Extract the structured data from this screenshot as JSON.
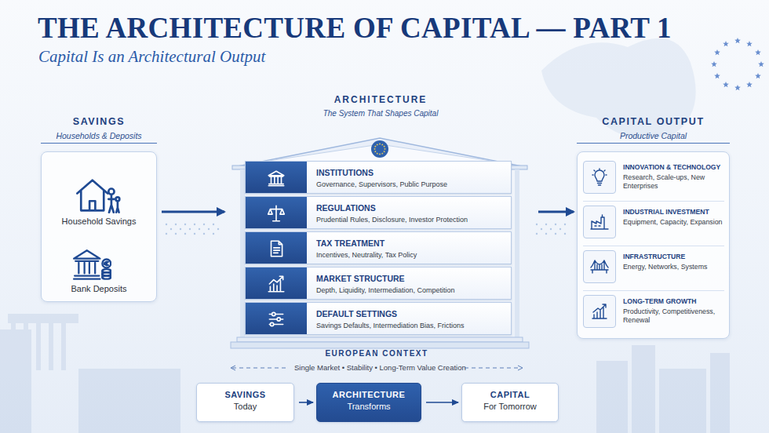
{
  "diagram": {
    "title": "THE ARCHITECTURE OF CAPITAL — PART 1",
    "nodes": [
      {
        "text": [
          "SAVINGS",
          "Households & Deposits",
          "Household Savings",
          "Bank Deposits"
        ]
      },
      {
        "text": [
          "ARCHITECTURE",
          "The System That Shapes Capital"
        ]
      },
      {
        "text": [
          "INSTITUTIONS",
          "Governance, Supervisors, Public Purpose"
        ],
        "in": 1
      },
      {
        "text": [
          "REGULATIONS",
          "Prudential Rules, Disclosure, Investor Protection"
        ],
        "in": 1
      },
      {
        "text": [
          "TAX TREATMENT",
          "Incentives, Neutrality, Tax Policy"
        ],
        "in": 1
      },
      {
        "text": [
          "MARKET STRUCTURE",
          "Depth, Liquidity, Intermediation, Competition"
        ],
        "in": 1
      },
      {
        "text": [
          "DEFAULT SETTINGS",
          "Savings Defaults, Intermediation Bias, Frictions"
        ],
        "in": 1
      },
      {
        "text": [
          "CAPITAL OUTPUT",
          "Productive Capital"
        ]
      },
      {
        "text": [
          "INNOVATION & TECHNOLOGY",
          "Research, Scale-ups, New Enterprises"
        ],
        "in": 7
      },
      {
        "text": [
          "INDUSTRIAL INVESTMENT",
          "Equipment, Capacity, Expansion"
        ],
        "in": 7
      },
      {
        "text": [
          "INFRASTRUCTURE",
          "Energy, Networks, Systems"
        ],
        "in": 7
      },
      {
        "text": [
          "LONG-TERM GROWTH",
          "Productivity, Competitiveness, Renewal"
        ],
        "in": 7
      },
      {
        "text": [
          "SAVINGS",
          "Today"
        ]
      },
      {
        "text": [
          "ARCHITECTURE",
          "Transforms"
        ]
      },
      {
        "text": [
          "CAPITAL",
          "For Tomorrow"
        ]
      }
    ],
    "edges": [
      {
        "from": 0,
        "to": 1,
        "arrow": "to"
      },
      {
        "from": 1,
        "to": 7,
        "arrow": "to"
      },
      {
        "from": 12,
        "to": 13,
        "arrow": "to"
      },
      {
        "from": 13,
        "to": 14,
        "arrow": "to"
      }
    ],
    "labels": [
      "Capital Is an Architectural Output",
      "EUROPEAN CONTEXT",
      "Single Market • Stability • Long-Term Value Creation"
    ]
  }
}
